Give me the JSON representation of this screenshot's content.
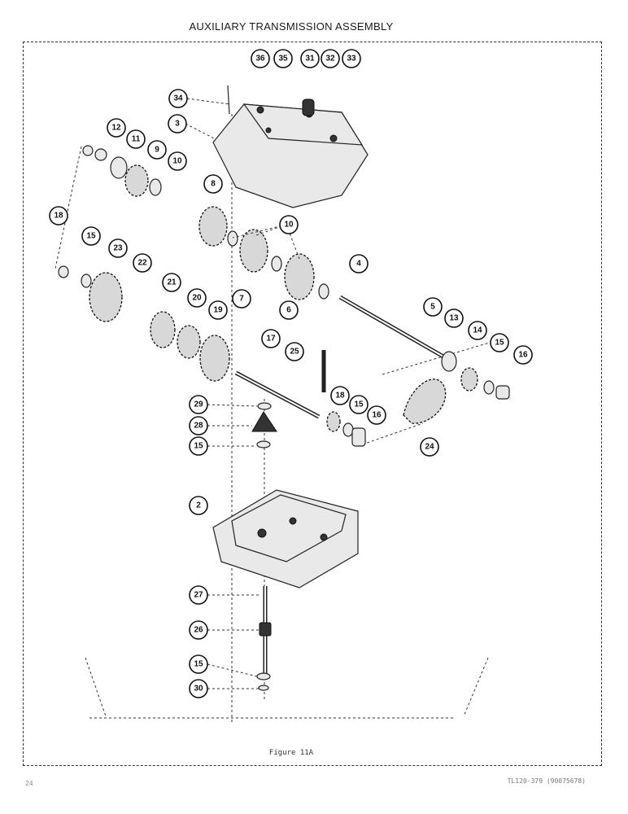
{
  "title": "AUXILIARY TRANSMISSION ASSEMBLY",
  "caption": "Figure 11A",
  "document_id": "TL120-379 (90075678)",
  "page_number": "24",
  "callouts": [
    "36",
    "35",
    "31",
    "32",
    "33",
    "34",
    "3",
    "12",
    "11",
    "9",
    "10",
    "8",
    "10",
    "18",
    "15",
    "23",
    "22",
    "7",
    "6",
    "4",
    "5",
    "21",
    "20",
    "19",
    "17",
    "25",
    "13",
    "14",
    "15",
    "16",
    "29",
    "18",
    "15",
    "16",
    "28",
    "15",
    "24",
    "2",
    "27",
    "26",
    "15",
    "30"
  ]
}
